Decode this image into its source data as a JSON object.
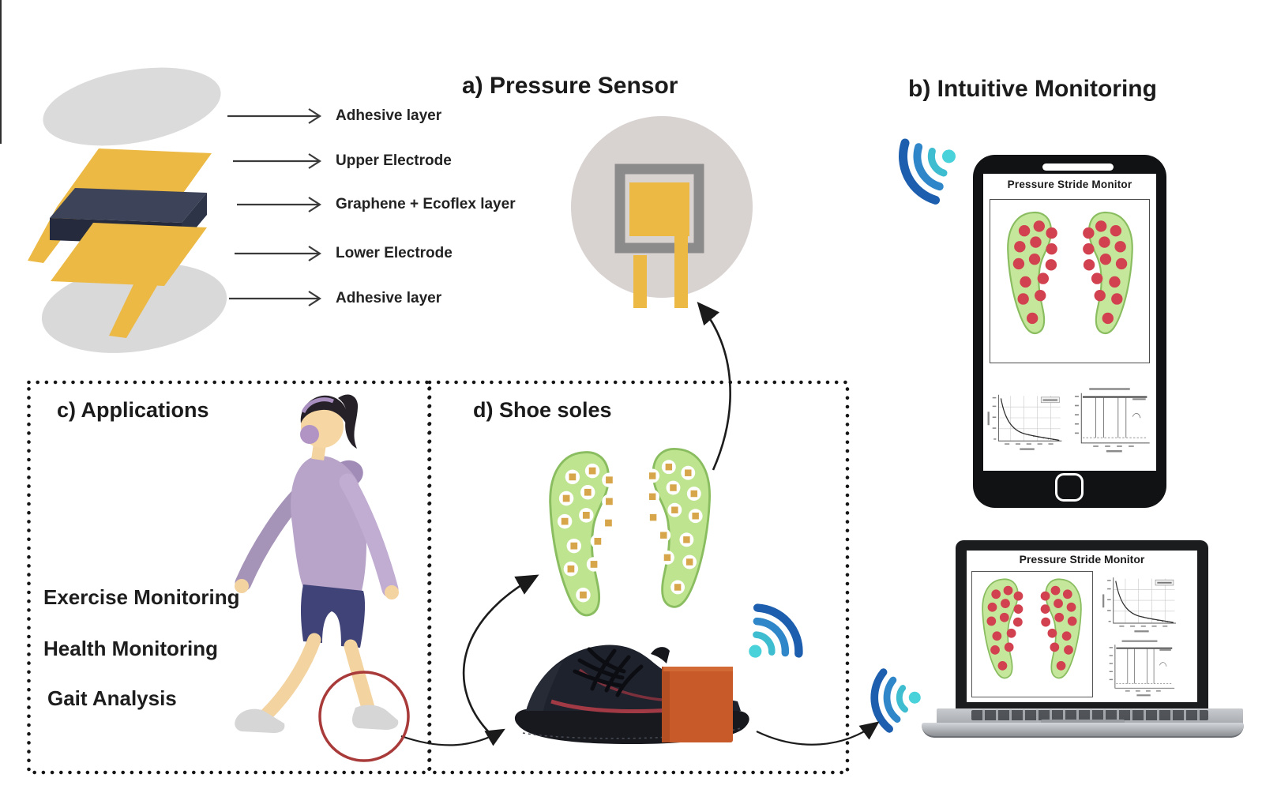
{
  "figure": {
    "panels": {
      "a": {
        "title": "a) Pressure Sensor"
      },
      "b": {
        "title": "b) Intuitive Monitoring"
      },
      "c": {
        "title": "c) Applications",
        "applications": [
          "Exercise Monitoring",
          "Health Monitoring",
          "Gait Analysis"
        ]
      },
      "d": {
        "title": "d) Shoe soles"
      }
    },
    "sensor_stack": {
      "labels": [
        "Adhesive layer",
        "Upper Electrode",
        "Graphene + Ecoflex layer",
        "Lower Electrode",
        "Adhesive layer"
      ]
    },
    "devices": {
      "phone": {
        "screen_title": "Pressure Stride Monitor"
      },
      "laptop": {
        "screen_title": "Pressure Stride Monitor"
      }
    },
    "icons": {
      "wifi": {
        "shape": "three-concentric-arcs-with-dot",
        "colors": [
          "#1d5fae",
          "#2f86c8",
          "#3fbdd0",
          "#49d2da"
        ]
      }
    },
    "colors": {
      "electrode_yellow": "#ecb944",
      "graphene_navy": "#2a3044",
      "adhesive_gray": "#dbdbdb",
      "sensor_disc_gray": "#d8d2d0",
      "sensor_frame_gray": "#8b8b8b",
      "insole_green": "#c5e79b",
      "insole_border_green": "#8abd60",
      "pressure_dot_red": "#d2414f",
      "sensor_square_tan": "#d7a64b",
      "module_orange": "#c75a28",
      "device_black": "#111214",
      "highlight_circle_red": "#a93a3a",
      "hoodie_purple": "#b8a3c9",
      "shorts_navy": "#3f4377"
    }
  }
}
